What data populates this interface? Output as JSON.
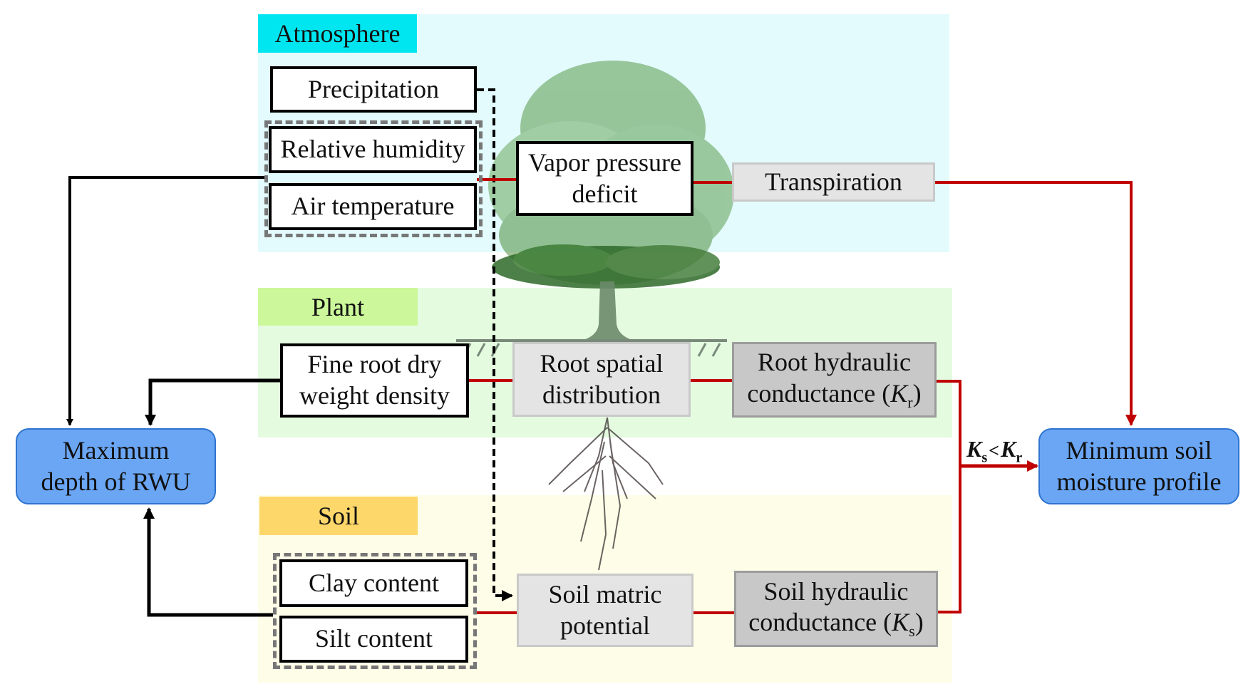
{
  "diagram": {
    "sections": {
      "atmosphere": {
        "label": "Atmosphere",
        "label_color": "#00e6f0",
        "band_color": "#e3fbfd"
      },
      "plant": {
        "label": "Plant",
        "label_color": "#ccf79a",
        "band_color": "#e4fbe0"
      },
      "soil": {
        "label": "Soil",
        "label_color": "#fdd76a",
        "band_color": "#fefde8"
      }
    },
    "nodes": {
      "precipitation": "Precipitation",
      "relative_humidity": "Relative humidity",
      "air_temperature": "Air temperature",
      "vpd_line1": "Vapor pressure",
      "vpd_line2": "deficit",
      "transpiration": "Transpiration",
      "fine_root_line1": "Fine root dry",
      "fine_root_line2": "weight density",
      "root_spatial_line1": "Root spatial",
      "root_spatial_line2": "distribution",
      "root_hydraulic_line1": "Root hydraulic",
      "root_hydraulic_line2": "conductance (",
      "root_hydraulic_symbol": "K",
      "root_hydraulic_sub": "r",
      "max_depth_line1": "Maximum",
      "max_depth_line2": "depth of RWU",
      "min_soil_line1": "Minimum soil",
      "min_soil_line2": "moisture profile",
      "clay": "Clay content",
      "silt": "Silt content",
      "soil_matric_line1": "Soil matric",
      "soil_matric_line2": "potential",
      "soil_hydraulic_line1": "Soil hydraulic",
      "soil_hydraulic_line2": "conductance (",
      "soil_hydraulic_symbol": "K",
      "soil_hydraulic_sub": "s",
      "close_paren": ")"
    },
    "condition": {
      "left": "K",
      "left_sub": "s",
      "op": "<",
      "right": "K",
      "right_sub": "r"
    },
    "colors": {
      "red_link": "#c00000",
      "black_link": "#000000",
      "blue_node": "#6aa6f4"
    }
  }
}
